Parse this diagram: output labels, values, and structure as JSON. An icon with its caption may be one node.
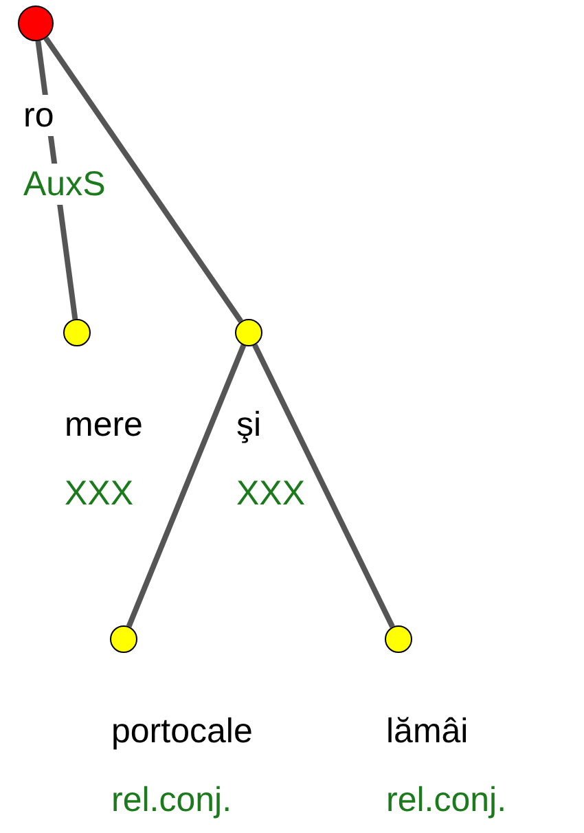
{
  "diagram": {
    "nodes": [
      {
        "text": [
          "ro",
          "AuxS"
        ]
      },
      {
        "text": [
          "mere",
          "XXX"
        ]
      },
      {
        "text": [
          "şi",
          "XXX"
        ]
      },
      {
        "text": [
          "portocale",
          "rel.conj."
        ]
      },
      {
        "text": [
          "lămâi",
          "rel.conj."
        ]
      }
    ],
    "edges": [
      {
        "from": 0,
        "to": 1,
        "arrow": "none"
      },
      {
        "from": 0,
        "to": 2,
        "arrow": "none"
      },
      {
        "from": 2,
        "to": 3,
        "arrow": "none"
      },
      {
        "from": 2,
        "to": 4,
        "arrow": "none"
      }
    ]
  }
}
